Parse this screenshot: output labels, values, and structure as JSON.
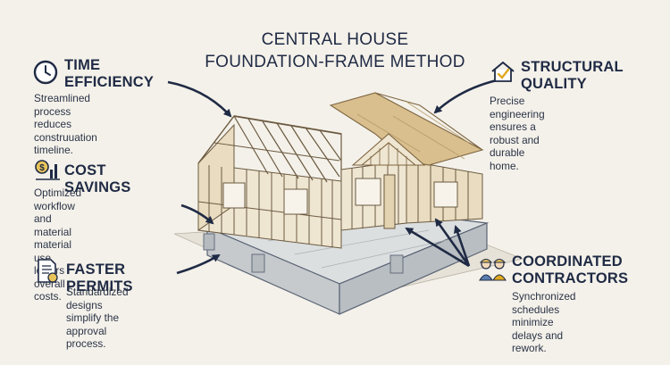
{
  "title": {
    "line1": "CENTRAL HOUSE",
    "line2": "FOUNDATION-FRAME METHOD"
  },
  "callouts": {
    "time": {
      "line1": "TIME",
      "line2": "EFFICIENCY",
      "desc1": "Streamlined process reduces",
      "desc2": "construuation timeline.",
      "icon": "clock-icon"
    },
    "cost": {
      "heading": "COST SAVINGS",
      "desc1": "Optimized workflow and material",
      "desc2": "material use lowers overall costs.",
      "icon": "money-chart-icon"
    },
    "permits": {
      "heading": "FASTER PERMITS",
      "desc1": "Standardized designs",
      "desc2": "simplify the approval",
      "desc3": "process.",
      "icon": "document-stamp-icon"
    },
    "quality": {
      "line1": "STRUCTURAL",
      "line2": "QUALITY",
      "desc1": "Precise engineering ensures a",
      "desc2": "robust and durable home.",
      "icon": "house-check-icon"
    },
    "contractors": {
      "line1": "COORDINATED",
      "line2": "CONTRACTORS",
      "desc1": "Synchronized schedules",
      "desc2": "minimize delays and rework.",
      "icon": "workers-icon"
    }
  },
  "colors": {
    "navy": "#1f2a44",
    "wood": "#d8c6a3",
    "sheathing": "#d9bf8e",
    "concrete": "#d9dcdc",
    "background": "#f4f1ea"
  }
}
